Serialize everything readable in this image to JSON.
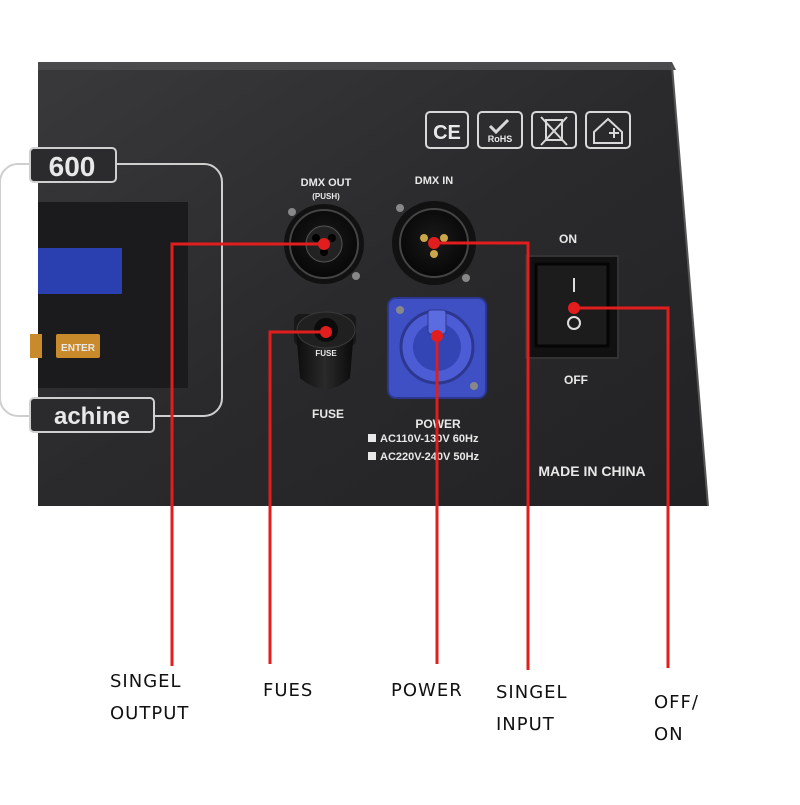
{
  "panel": {
    "model_suffix": "600",
    "brand_fragment": "achine",
    "enter_label": "ENTER",
    "dmx_out_label": "DMX OUT",
    "dmx_out_sublabel": "(PUSH)",
    "dmx_in_label": "DMX IN",
    "switch_on_label": "ON",
    "switch_off_label": "OFF",
    "fuse_label": "FUSE",
    "fuse_cap_text": "FUSE",
    "power_label": "POWER",
    "voltage_1": "AC110V-130V 60Hz",
    "voltage_2": "AC220V-240V 50Hz",
    "made_in": "MADE IN CHINA",
    "cert_ce": "CE",
    "cert_rohs": "RoHS"
  },
  "callouts": {
    "singel_output": "SINGEL\nOUTPUT",
    "fues": "FUES",
    "power": "POWER",
    "singel_input": "SINGEL\nINPUT",
    "off_on": "OFF/\nON"
  },
  "colors": {
    "panel": "#2b2b2d",
    "callout_line": "#e11d1d",
    "power_connector": "#3f4fc4",
    "lcd": "#2a3fb0",
    "enter_button": "#c98a2c"
  }
}
